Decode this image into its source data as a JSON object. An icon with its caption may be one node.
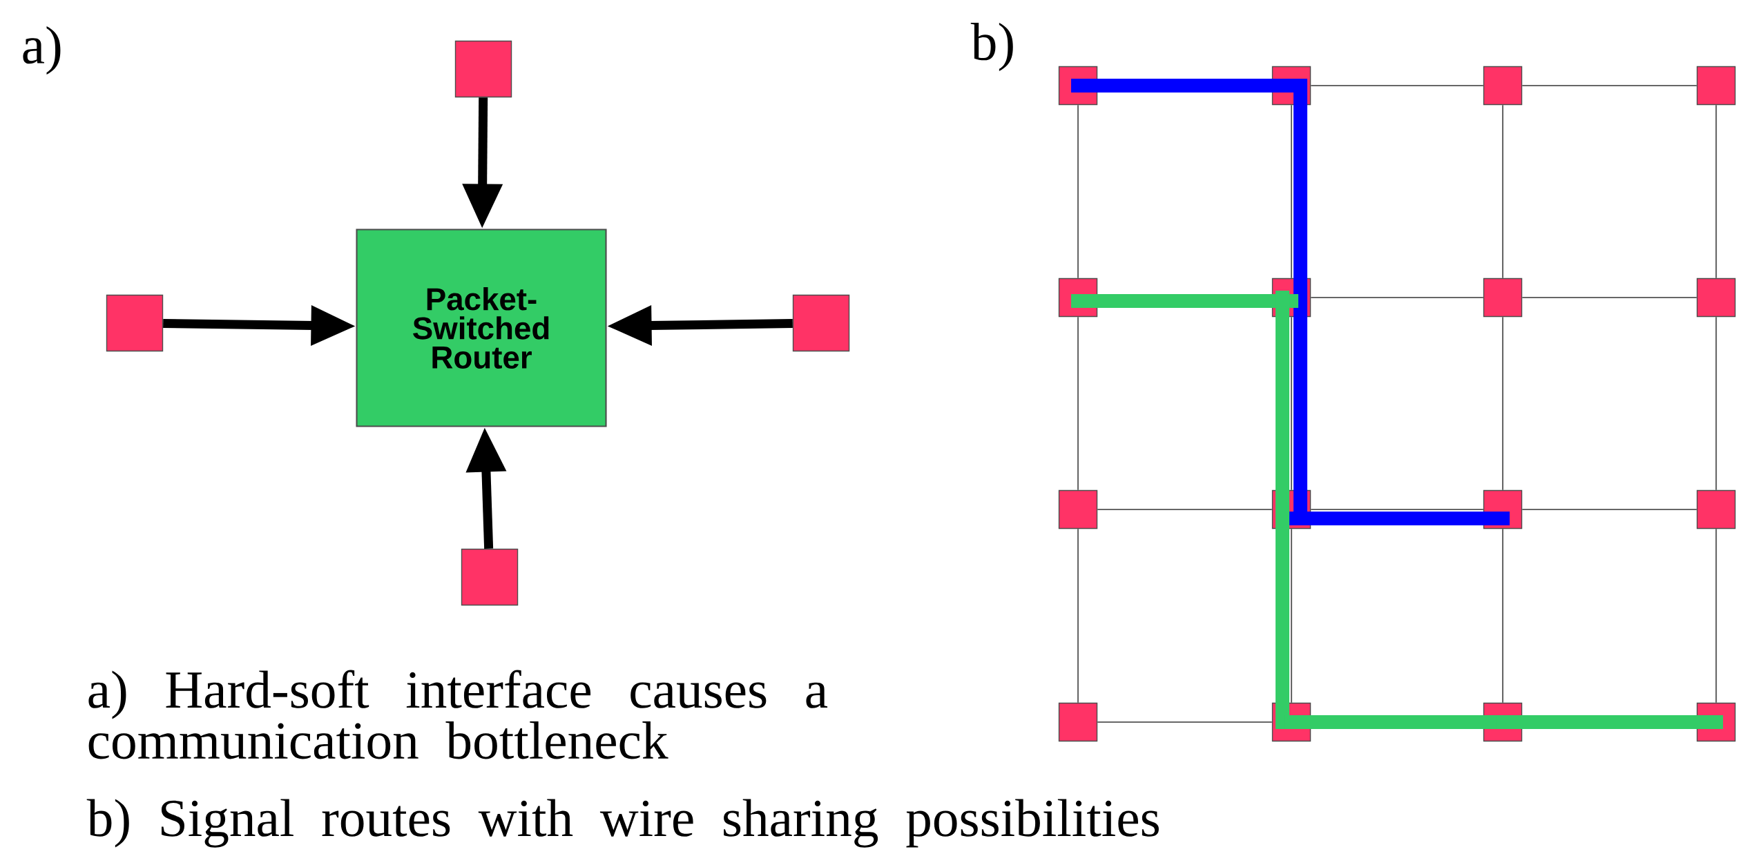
{
  "diagram": {
    "nodes": [
      {
        "text": [],
        "shape": "box"
      },
      {
        "text": [],
        "shape": "box"
      },
      {
        "text": [
          "Packet-Switched Router"
        ]
      },
      {
        "text": [],
        "shape": "box"
      },
      {
        "text": [],
        "shape": "box"
      },
      {
        "text": [],
        "shape": "box"
      },
      {
        "text": [],
        "shape": "box"
      },
      {
        "text": [],
        "shape": "box"
      },
      {
        "text": [],
        "shape": "box"
      },
      {
        "text": [],
        "shape": "box"
      },
      {
        "text": [],
        "shape": "box"
      },
      {
        "text": [],
        "shape": "box"
      },
      {
        "text": [],
        "shape": "box"
      },
      {
        "text": [],
        "shape": "box"
      },
      {
        "text": [],
        "shape": "box"
      },
      {
        "text": [],
        "shape": "box"
      },
      {
        "text": [],
        "shape": "box"
      },
      {
        "text": [],
        "shape": "box"
      },
      {
        "text": [],
        "shape": "box"
      },
      {
        "text": [],
        "shape": "box"
      },
      {
        "text": [],
        "shape": "box"
      }
    ],
    "edges": [
      {
        "from": 0,
        "to": 2,
        "arrow": "to",
        "style": "thick",
        "color": "#000000"
      },
      {
        "from": 1,
        "to": 2,
        "arrow": "to",
        "style": "thick",
        "color": "#000000"
      },
      {
        "from": 3,
        "to": 2,
        "arrow": "to",
        "style": "thick",
        "color": "#000000"
      },
      {
        "from": 4,
        "to": 2,
        "arrow": "to",
        "style": "thick",
        "color": "#000000"
      },
      {
        "from": 6,
        "to": 7,
        "arrow": "none"
      },
      {
        "from": 7,
        "to": 8,
        "arrow": "none"
      },
      {
        "from": 10,
        "to": 11,
        "arrow": "none"
      },
      {
        "from": 11,
        "to": 12,
        "arrow": "none"
      },
      {
        "from": 13,
        "to": 14,
        "arrow": "none"
      },
      {
        "from": 14,
        "to": 15,
        "arrow": "none"
      },
      {
        "from": 15,
        "to": 16,
        "arrow": "none"
      },
      {
        "from": 17,
        "to": 18,
        "arrow": "none"
      },
      {
        "from": 5,
        "to": 9,
        "arrow": "none"
      },
      {
        "from": 6,
        "to": 10,
        "arrow": "none"
      },
      {
        "from": 7,
        "to": 11,
        "arrow": "none"
      },
      {
        "from": 8,
        "to": 12,
        "arrow": "none"
      },
      {
        "from": 9,
        "to": 13,
        "arrow": "none"
      },
      {
        "from": 10,
        "to": 14,
        "arrow": "none"
      },
      {
        "from": 11,
        "to": 15,
        "arrow": "none"
      },
      {
        "from": 12,
        "to": 16,
        "arrow": "none"
      },
      {
        "from": 13,
        "to": 17,
        "arrow": "none"
      },
      {
        "from": 14,
        "to": 18,
        "arrow": "none"
      },
      {
        "from": 15,
        "to": 19,
        "arrow": "none"
      },
      {
        "from": 16,
        "to": 20,
        "arrow": "none"
      },
      {
        "from": 5,
        "to": 6,
        "arrow": "none",
        "style": "thick",
        "color": "#0000ff"
      },
      {
        "from": 6,
        "to": 10,
        "arrow": "none",
        "style": "thick",
        "color": "#0000ff"
      },
      {
        "from": 10,
        "to": 14,
        "arrow": "none",
        "style": "thick",
        "color": "#0000ff"
      },
      {
        "from": 14,
        "to": 15,
        "arrow": "none",
        "style": "thick",
        "color": "#0000ff"
      },
      {
        "from": 9,
        "to": 10,
        "arrow": "none",
        "style": "thick",
        "color": "#33cc66"
      },
      {
        "from": 10,
        "to": 14,
        "arrow": "none",
        "style": "thick",
        "color": "#33cc66"
      },
      {
        "from": 14,
        "to": 18,
        "arrow": "none",
        "style": "thick",
        "color": "#33cc66"
      },
      {
        "from": 18,
        "to": 19,
        "arrow": "none",
        "style": "thick",
        "color": "#33cc66"
      },
      {
        "from": 19,
        "to": 20,
        "arrow": "none",
        "style": "thick",
        "color": "#33cc66"
      }
    ],
    "labels": [
      "a)",
      "b)",
      "a) Hard-soft interface causes a communication bottleneck",
      "b) Signal routes with wire sharing possibilities"
    ]
  }
}
